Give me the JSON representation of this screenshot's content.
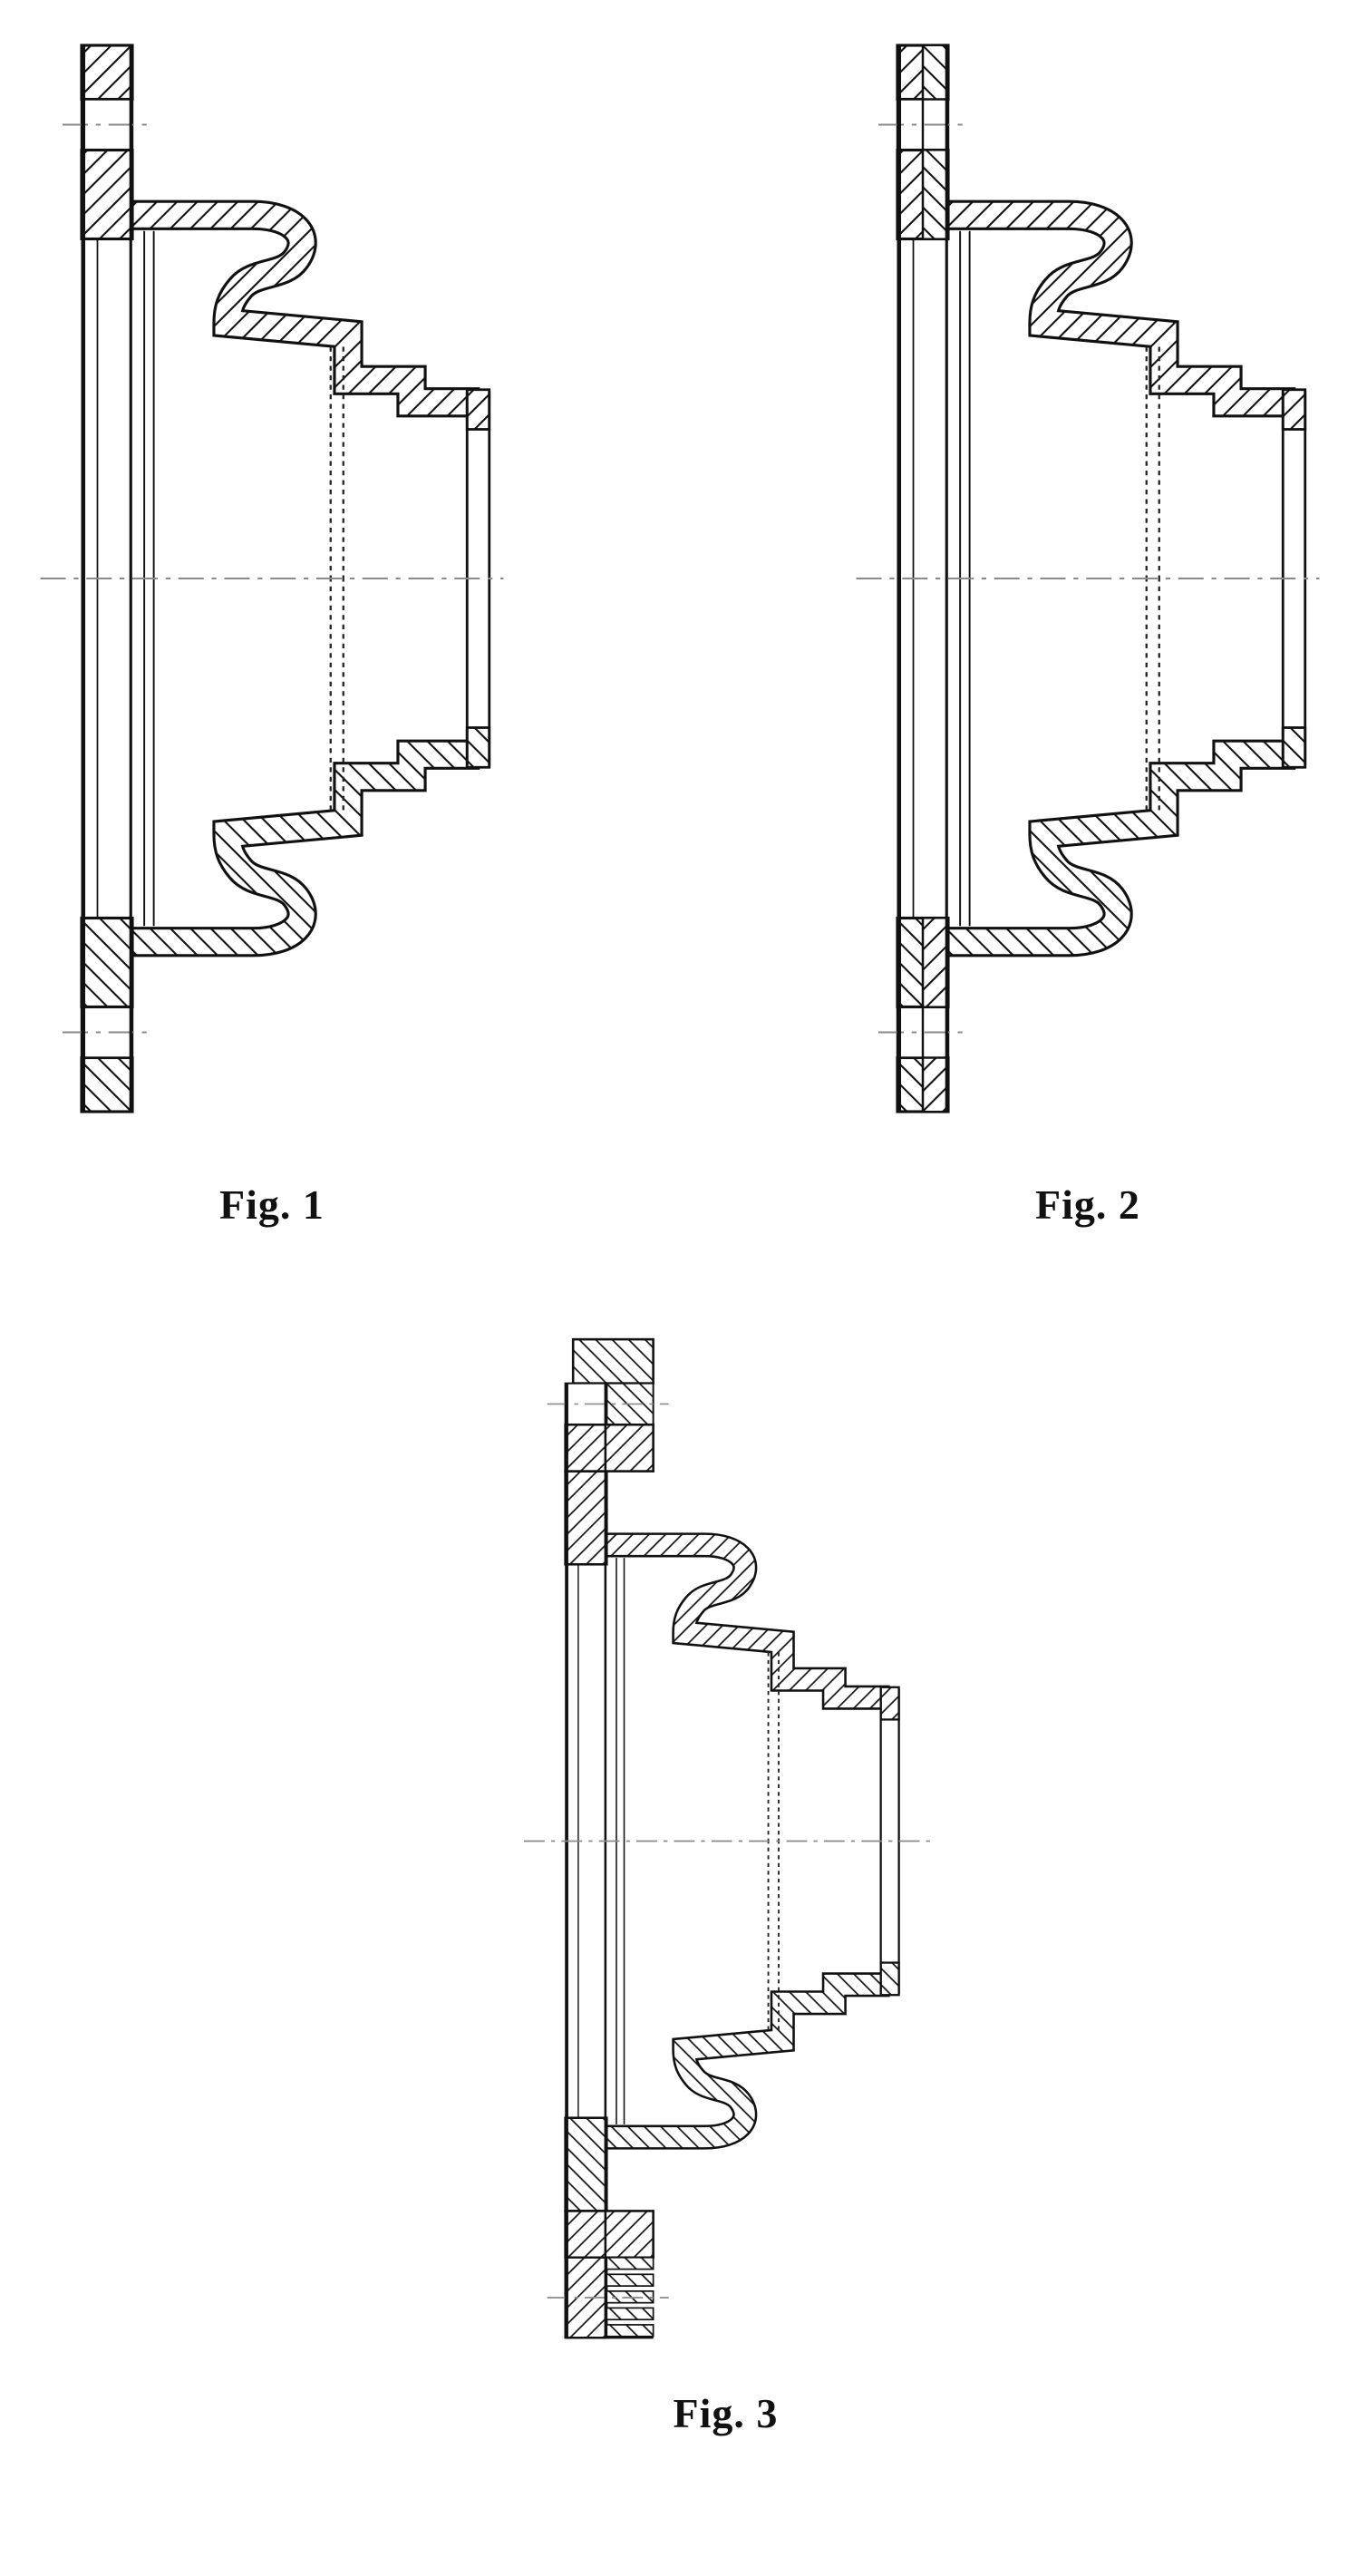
{
  "document": {
    "background": "#ffffff",
    "ink": "#111111",
    "centerline_color": "#8a8a8a"
  },
  "figures": [
    {
      "caption": "Fig. 1"
    },
    {
      "caption": "Fig. 2"
    },
    {
      "caption": "Fig. 3"
    }
  ]
}
